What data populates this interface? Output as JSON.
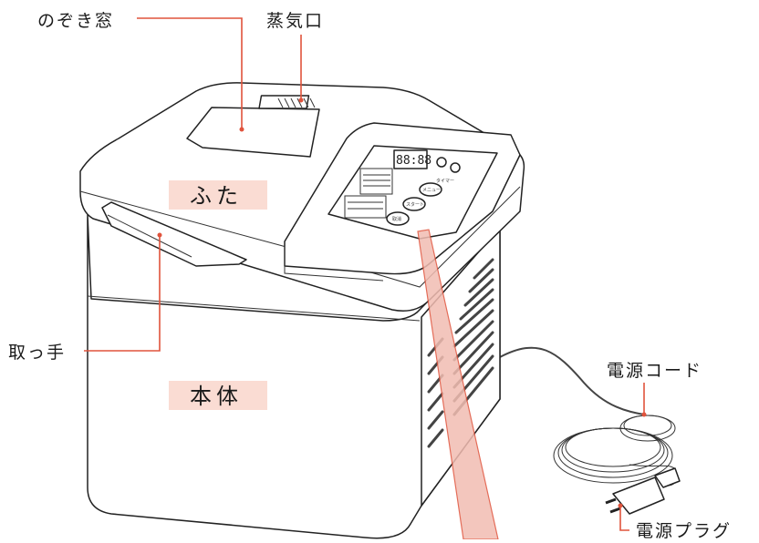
{
  "labels": {
    "window": "のぞき窓",
    "steam_vent": "蒸気口",
    "lid": "ふた",
    "handle": "取っ手",
    "body": "本体",
    "power_cord": "電源コード",
    "power_plug": "電源プラグ"
  },
  "panel": {
    "display": "88:88",
    "timer_label": "タイマー",
    "buttons": [
      "メニュー",
      "スタート",
      "取消"
    ]
  },
  "colors": {
    "leader_line": "#e0533c",
    "label_highlight": "#fadcd3",
    "beam": "#f2bdb2",
    "outline": "#222222"
  }
}
